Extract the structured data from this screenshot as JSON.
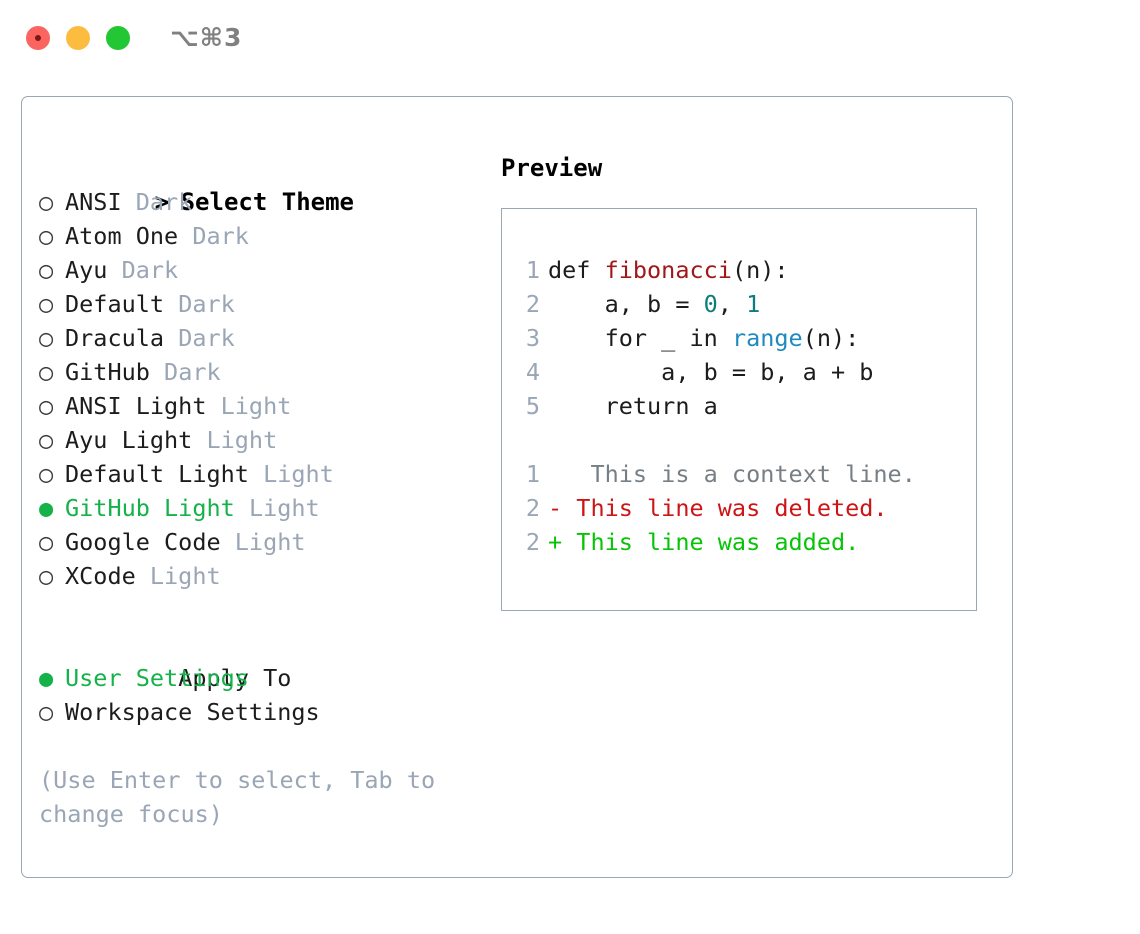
{
  "titlebar": {
    "shortcut": "⌥⌘3",
    "lights": [
      {
        "name": "close",
        "color": "#fb6560"
      },
      {
        "name": "minimize",
        "color": "#fcbc40"
      },
      {
        "name": "maximize",
        "color": "#23c633"
      }
    ]
  },
  "colors": {
    "accent_green": "#15b24a",
    "muted": "#9aa5b5",
    "border": "#9aa5b5",
    "diff_add": "#07c407",
    "diff_del": "#cc1515",
    "syntax_function": "#a01818",
    "syntax_number": "#0b7d7d",
    "syntax_builtin": "#1f8ac0"
  },
  "theme_list": {
    "prompt_marker": ">",
    "title": "Select Theme",
    "radio_selected": "●",
    "radio_unselected": "○",
    "items": [
      {
        "name": "ANSI",
        "category": "Dark",
        "selected": false
      },
      {
        "name": "Atom One",
        "category": "Dark",
        "selected": false
      },
      {
        "name": "Ayu",
        "category": "Dark",
        "selected": false
      },
      {
        "name": "Default",
        "category": "Dark",
        "selected": false
      },
      {
        "name": "Dracula",
        "category": "Dark",
        "selected": false
      },
      {
        "name": "GitHub",
        "category": "Dark",
        "selected": false
      },
      {
        "name": "ANSI Light",
        "category": "Light",
        "selected": false
      },
      {
        "name": "Ayu Light",
        "category": "Light",
        "selected": false
      },
      {
        "name": "Default Light",
        "category": "Light",
        "selected": false
      },
      {
        "name": "GitHub Light",
        "category": "Light",
        "selected": true
      },
      {
        "name": "Google Code",
        "category": "Light",
        "selected": false
      },
      {
        "name": "XCode",
        "category": "Light",
        "selected": false
      }
    ]
  },
  "apply_to": {
    "label": "Apply To",
    "options": [
      {
        "name": "User Settings",
        "selected": true
      },
      {
        "name": "Workspace Settings",
        "selected": false
      }
    ]
  },
  "hint": "(Use Enter to select, Tab to change focus)",
  "preview": {
    "title": "Preview",
    "code_lines": [
      {
        "no": "1",
        "tokens": [
          {
            "t": "def ",
            "c": "kw"
          },
          {
            "t": "fibonacci",
            "c": "fn"
          },
          {
            "t": "(n):",
            "c": "punct"
          }
        ]
      },
      {
        "no": "2",
        "tokens": [
          {
            "t": "    a, b = ",
            "c": "kw"
          },
          {
            "t": "0",
            "c": "num"
          },
          {
            "t": ", ",
            "c": "punct"
          },
          {
            "t": "1",
            "c": "num"
          }
        ]
      },
      {
        "no": "3",
        "tokens": [
          {
            "t": "    for _ in ",
            "c": "kw"
          },
          {
            "t": "range",
            "c": "builtin"
          },
          {
            "t": "(n):",
            "c": "punct"
          }
        ]
      },
      {
        "no": "4",
        "tokens": [
          {
            "t": "        a, b = b, a + b",
            "c": "kw"
          }
        ]
      },
      {
        "no": "5",
        "tokens": [
          {
            "t": "    return a",
            "c": "kw"
          }
        ]
      }
    ],
    "diff_lines": [
      {
        "no": "1",
        "sign": " ",
        "text": "  This is a context line.",
        "kind": "context"
      },
      {
        "no": "2",
        "sign": "-",
        "text": " This line was deleted.",
        "kind": "del"
      },
      {
        "no": "2",
        "sign": "+",
        "text": " This line was added.",
        "kind": "add"
      }
    ]
  }
}
